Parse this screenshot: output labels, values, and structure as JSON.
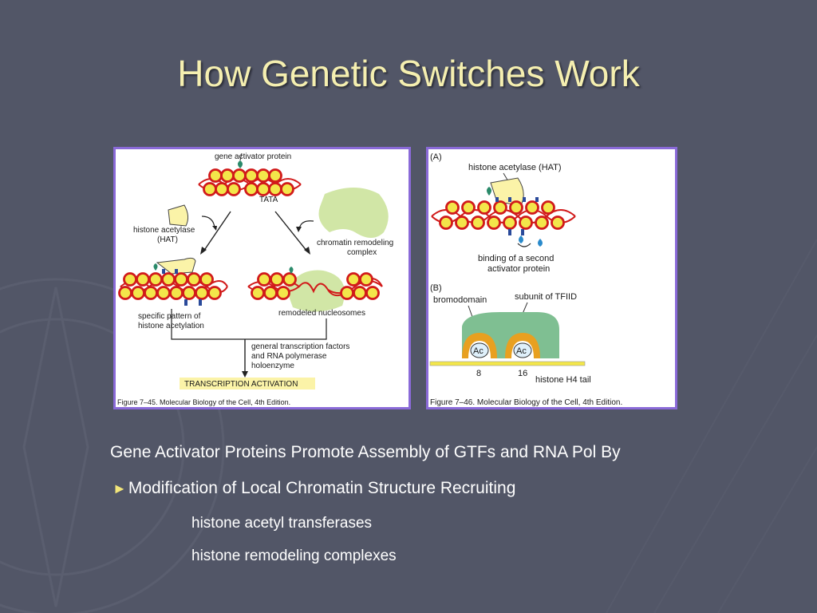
{
  "slide": {
    "title": "How Genetic Switches Work",
    "accent": "#f5efb0",
    "bullet_color": "#f3e67a"
  },
  "figure1": {
    "gene_activator": "gene activator protein",
    "tata": "TATA",
    "hat_1": "histone acetylase",
    "hat_2": "(HAT)",
    "remodel_1": "chromatin remodeling",
    "remodel_2": "complex",
    "pattern_1": "specific pattern of",
    "pattern_2": "histone acetylation",
    "remodeled": "remodeled nucleosomes",
    "gtf_1": "general transcription factors",
    "gtf_2": "and RNA polymerase",
    "gtf_3": "holoenzyme",
    "activation": "TRANSCRIPTION ACTIVATION",
    "caption": "Figure 7–45. Molecular Biology of the Cell, 4th Edition."
  },
  "figure2": {
    "panel_a": "(A)",
    "hat": "histone acetylase (HAT)",
    "binding_1": "binding of a second",
    "binding_2": "activator protein",
    "panel_b": "(B)",
    "bromodomain": "bromodomain",
    "tfiid": "subunit of TFIID",
    "ac": "Ac",
    "n8": "8",
    "n16": "16",
    "tail": "histone H4 tail",
    "caption": "Figure 7–46. Molecular Biology of the Cell, 4th Edition."
  },
  "text": {
    "line1": "Gene Activator Proteins Promote Assembly of GTFs and RNA Pol By",
    "bullet_glyph": "►",
    "line2": "Modification of Local Chromatin Structure Recruiting",
    "line3": "histone acetyl transferases",
    "line4": "histone remodeling complexes"
  }
}
